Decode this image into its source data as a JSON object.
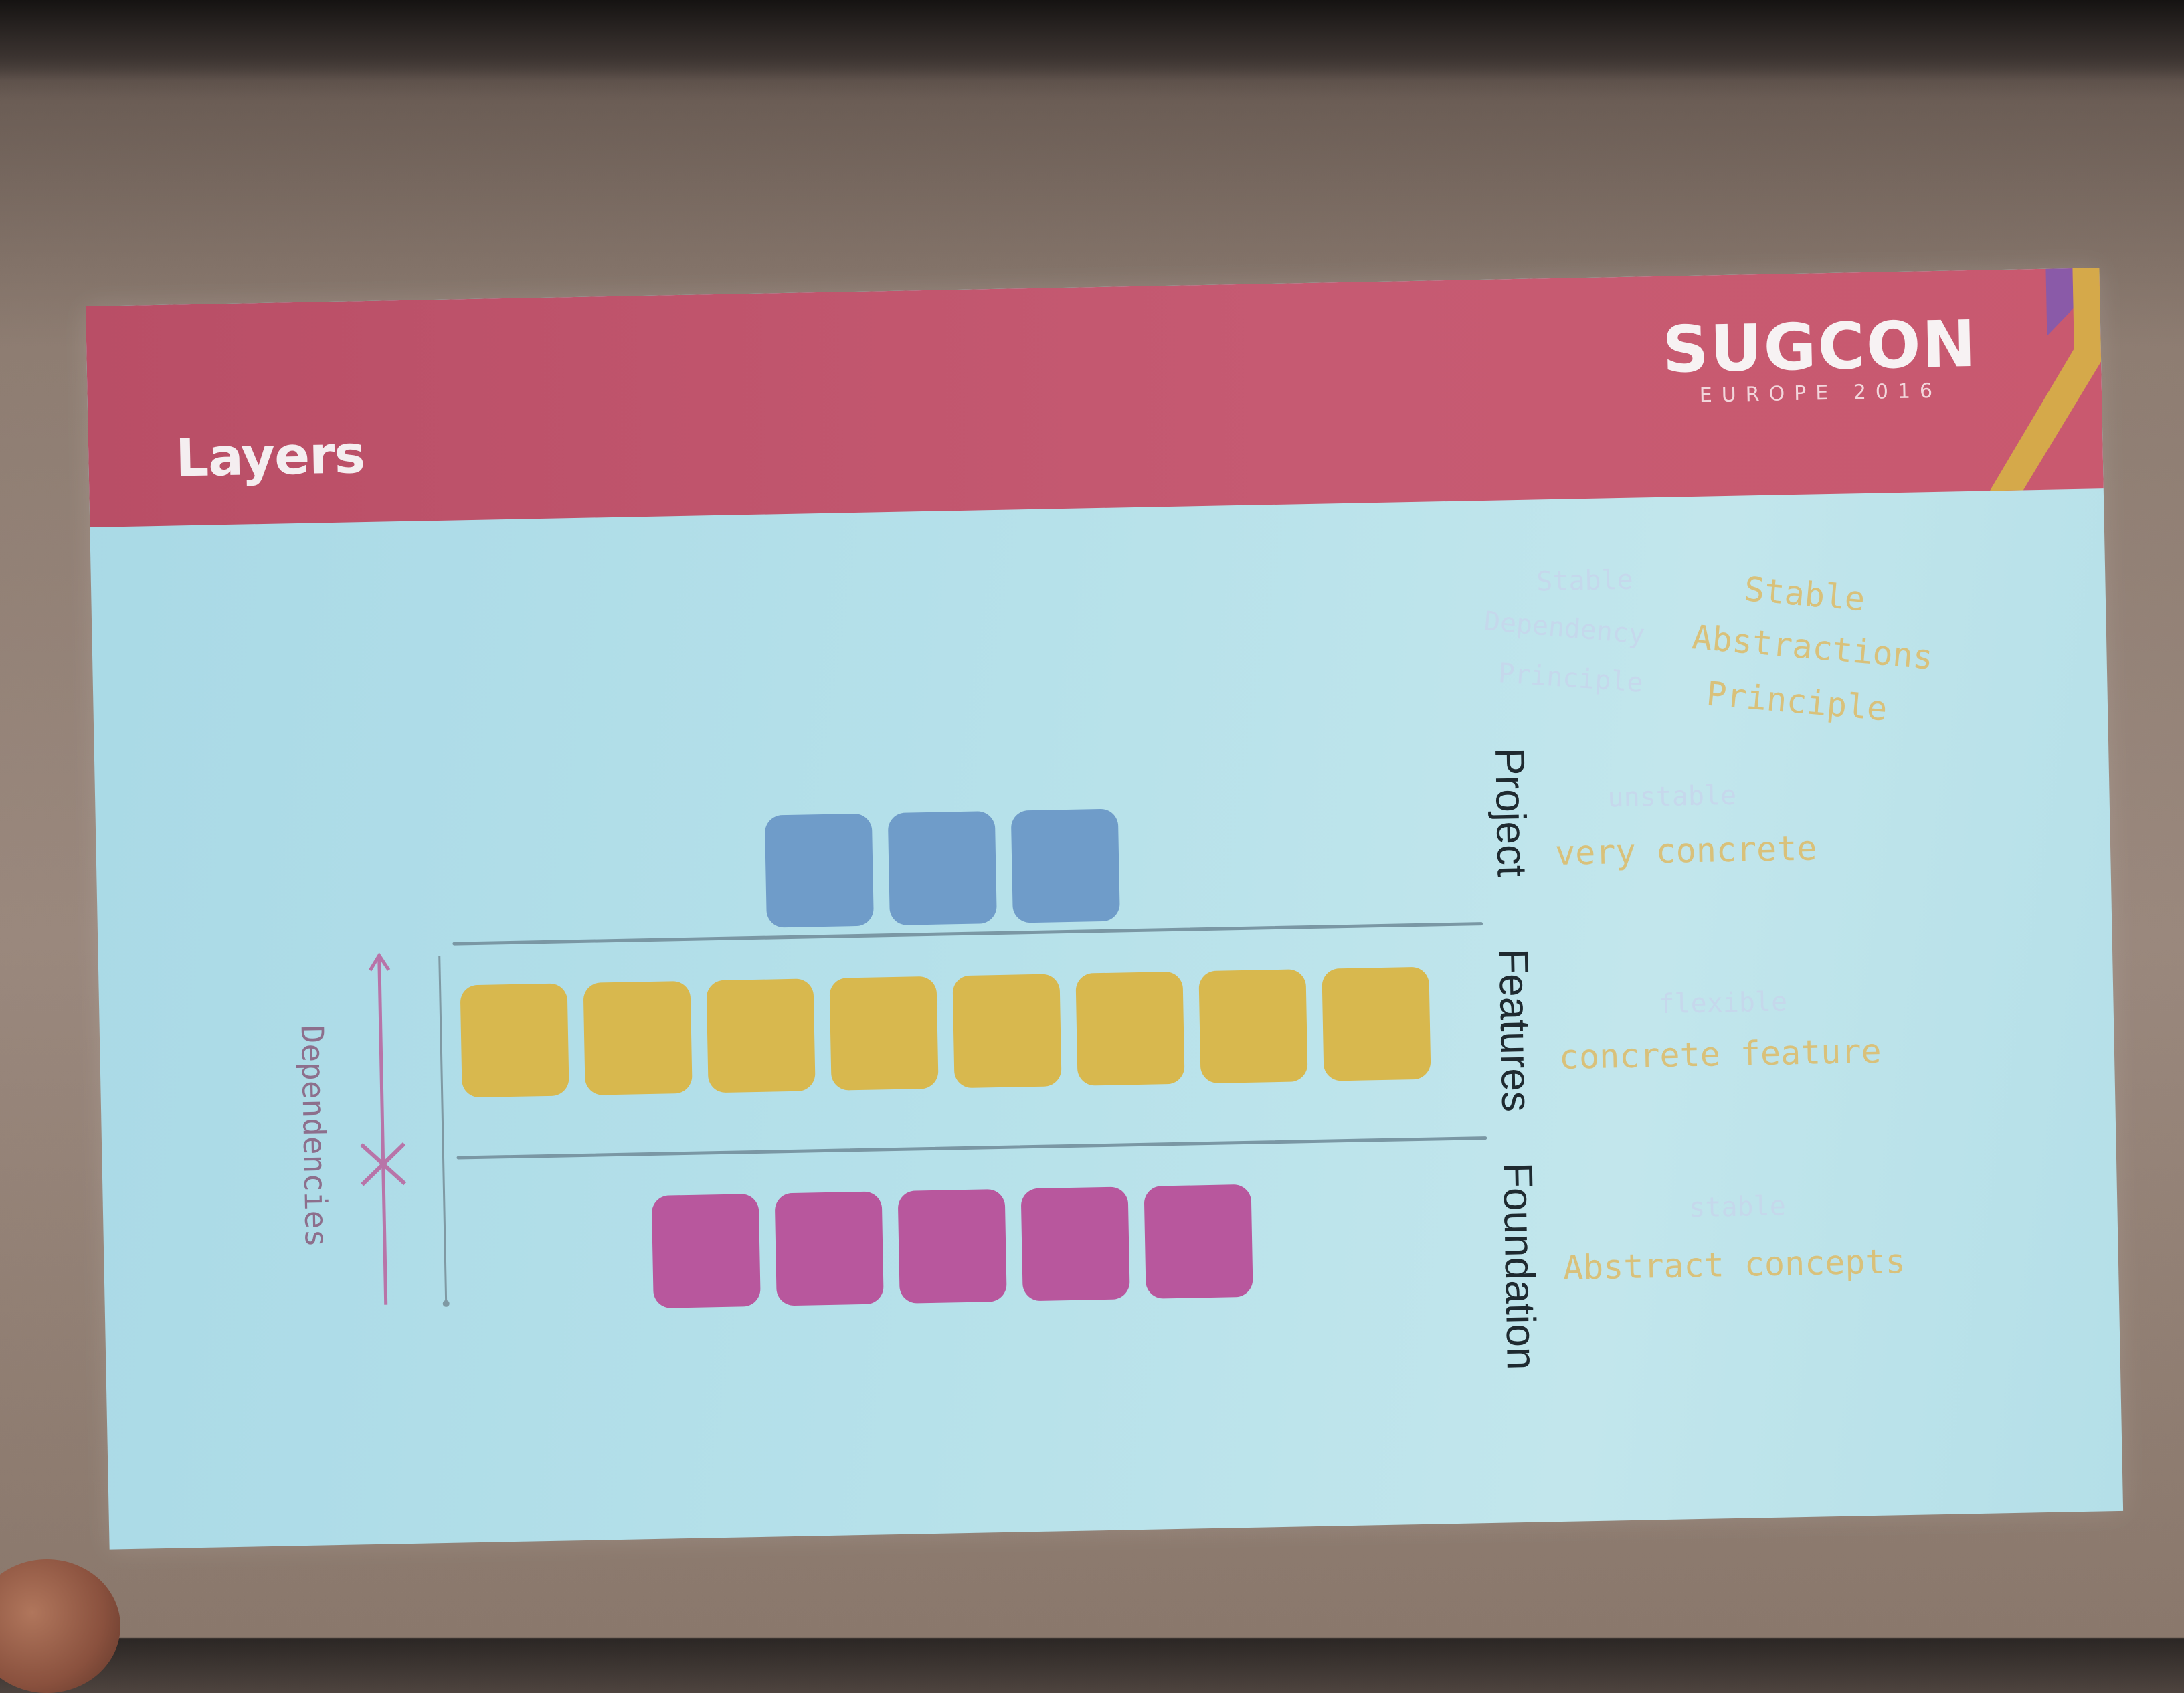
{
  "slide": {
    "title": "Layers",
    "logo": {
      "name": "SUGCON",
      "subtitle": "EUROPE 2016"
    },
    "layers": [
      {
        "label": "Project",
        "tiles": 3,
        "color": "#6f9cc9",
        "note": "very concrete",
        "ghost_note": "unstable"
      },
      {
        "label": "Features",
        "tiles": 8,
        "color": "#d8b84e",
        "note": "concrete feature",
        "ghost_note": "flexible"
      },
      {
        "label": "Foundation",
        "tiles": 5,
        "color": "#b8579d",
        "note": "Abstract concepts",
        "ghost_note": "stable"
      }
    ],
    "principles": {
      "stable_abstractions": [
        "Stable",
        "Abstractions",
        "Principle"
      ],
      "stable_dependency": [
        "Stable",
        "Dependency",
        "Principle"
      ]
    },
    "dependencies_label": "Dependencies",
    "colors": {
      "header": "#c65a72",
      "background": "#b6e1ea",
      "handwriting": "#d9c17a"
    }
  }
}
